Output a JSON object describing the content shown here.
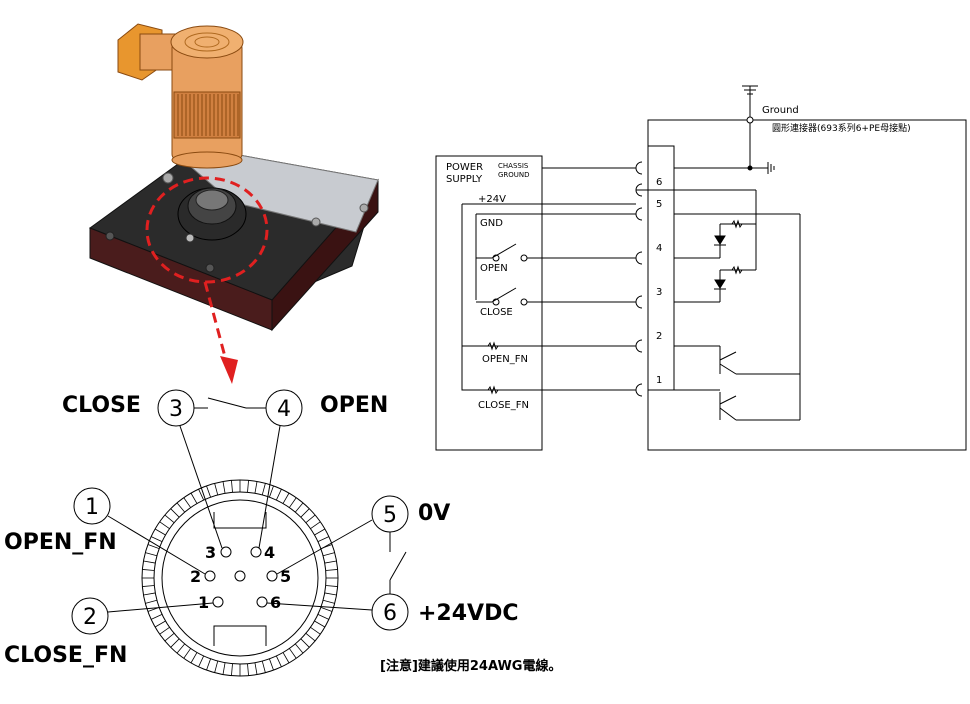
{
  "wiring": {
    "close": "CLOSE",
    "open": "OPEN",
    "open_fn": "OPEN_FN",
    "close_fn": "CLOSE_FN",
    "zero_v": "0V",
    "plus_24vdc": "+24VDC",
    "note": "[注意]建議使用24AWG電線。"
  },
  "pins": {
    "p1": "1",
    "p2": "2",
    "p3": "3",
    "p4": "4",
    "p5": "5",
    "p6": "6"
  },
  "schematic": {
    "ground": "Ground",
    "connector_title": "圓形連接器(693系列6+PE母接點)",
    "power_supply_1": "POWER",
    "power_supply_2": "SUPPLY",
    "chassis_1": "CHASSIS",
    "chassis_2": "GROUND",
    "plus24v": "+24V",
    "gnd": "GND",
    "open": "OPEN",
    "close": "CLOSE",
    "open_fn": "OPEN_FN",
    "close_fn": "CLOSE_FN",
    "terminals": [
      "6",
      "5",
      "4",
      "3",
      "2",
      "1"
    ]
  },
  "colors": {
    "device_orange": "#e8a060",
    "device_dark": "#3a1e1e",
    "marker_red": "#e02020"
  }
}
